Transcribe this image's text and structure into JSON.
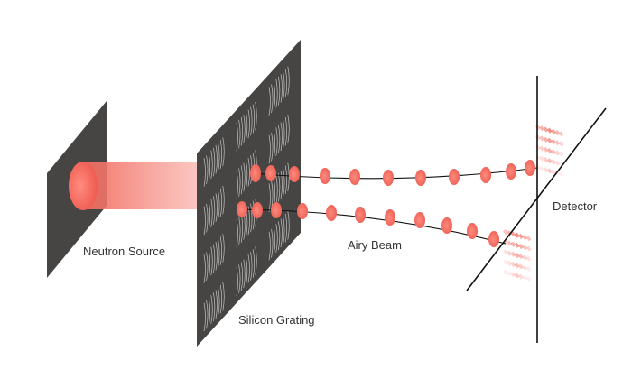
{
  "labels": {
    "neutron_source": "Neutron Source",
    "silicon_grating": "Silicon Grating",
    "airy_beam": "Airy Beam",
    "detector": "Detector"
  },
  "colors": {
    "panel": "#474544",
    "beam": "#f26b5f",
    "beam_light": "#f8a39a",
    "line": "#111111",
    "grating_lines": "#d9d9d9"
  }
}
